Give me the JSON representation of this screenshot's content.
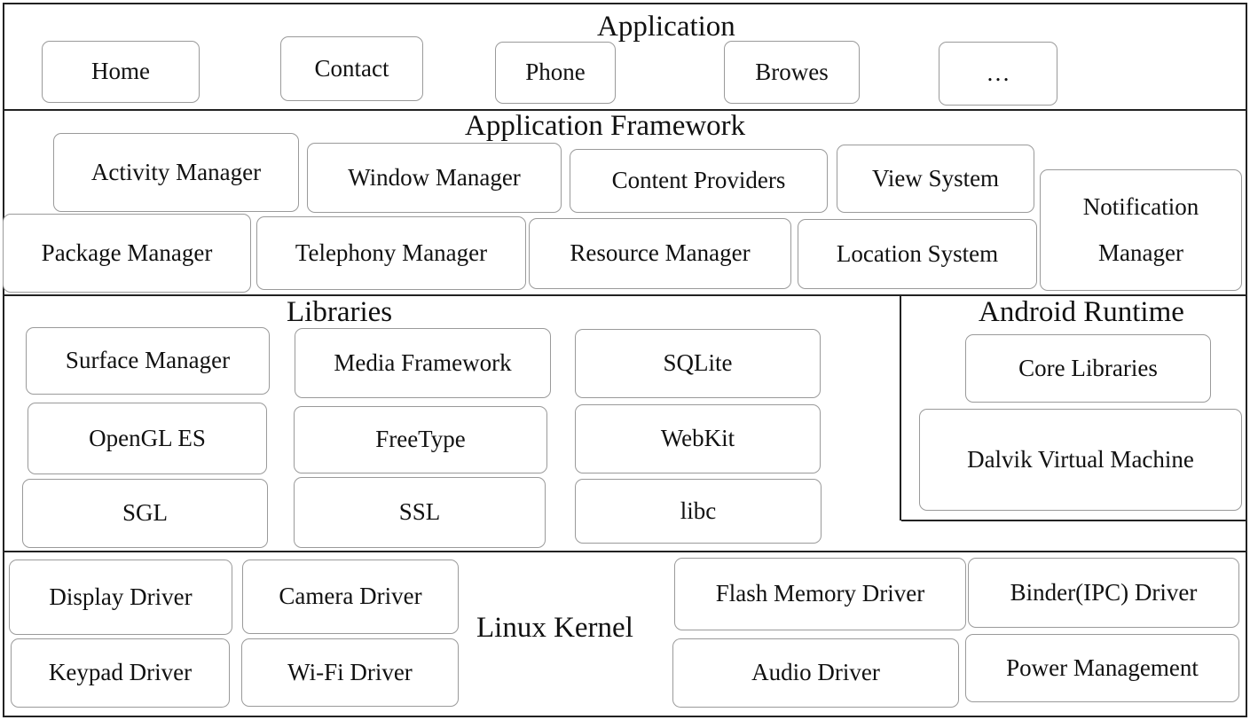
{
  "application": {
    "title": "Application",
    "items": [
      "Home",
      "Contact",
      "Phone",
      "Browes",
      "…"
    ]
  },
  "framework": {
    "title": "Application Framework",
    "row1": [
      "Activity Manager",
      "Window Manager",
      "Content Providers",
      "View System"
    ],
    "row2": [
      "Package Manager",
      "Telephony Manager",
      "Resource Manager",
      "Location System"
    ],
    "notification": [
      "Notification",
      "Manager"
    ]
  },
  "libraries": {
    "title": "Libraries",
    "col1": [
      "Surface Manager",
      "OpenGL ES",
      "SGL"
    ],
    "col2": [
      "Media Framework",
      "FreeType",
      "SSL"
    ],
    "col3": [
      "SQLite",
      "WebKit",
      "libc"
    ]
  },
  "runtime": {
    "title": "Android Runtime",
    "items": [
      "Core Libraries",
      "Dalvik Virtual Machine"
    ]
  },
  "kernel": {
    "title": "Linux Kernel",
    "left": [
      "Display Driver",
      "Camera Driver",
      "Keypad Driver",
      "Wi-Fi Driver"
    ],
    "right": [
      "Flash Memory Driver",
      "Binder(IPC) Driver",
      "Audio Driver",
      "Power Management"
    ]
  }
}
